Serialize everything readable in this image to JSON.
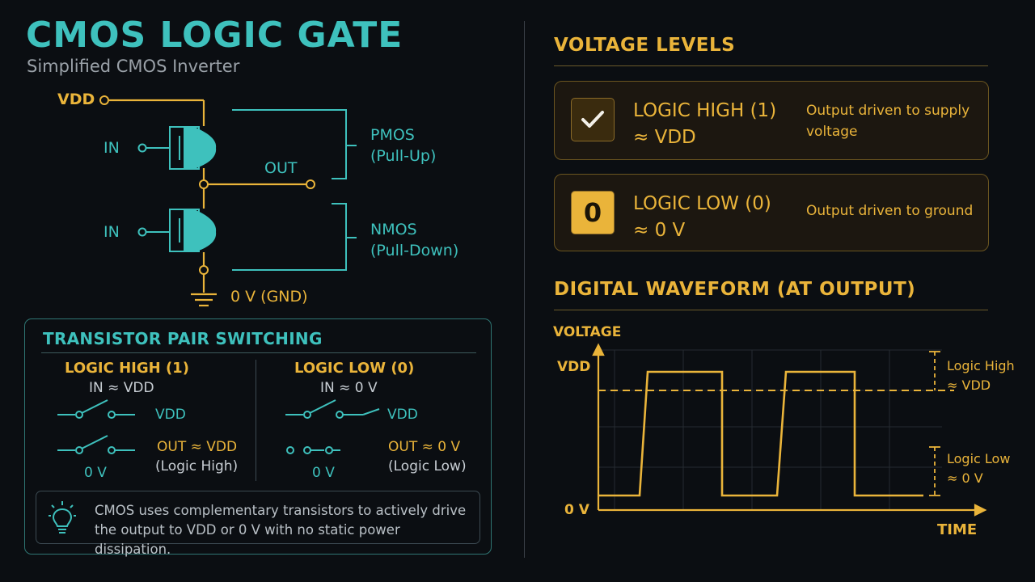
{
  "title": "CMOS LOGIC GATE",
  "subtitle": "Simplified CMOS Inverter",
  "circuit": {
    "vdd": "VDD",
    "in_top": "IN",
    "in_bottom": "IN",
    "out": "OUT",
    "gnd": "0 V (GND)",
    "pmos": "PMOS",
    "pmos_role": "(Pull-Up)",
    "nmos": "NMOS",
    "nmos_role": "(Pull-Down)"
  },
  "pair_switching": {
    "heading": "TRANSISTOR PAIR SWITCHING",
    "high": {
      "title": "LOGIC HIGH (1)",
      "input": "IN ≈ VDD",
      "top_label": "VDD",
      "bottom_label": "0 V",
      "out": "OUT ≈ VDD",
      "out_sub": "(Logic High)"
    },
    "low": {
      "title": "LOGIC LOW (0)",
      "input": "IN ≈ 0 V",
      "top_label": "VDD",
      "bottom_label": "0 V",
      "out": "OUT ≈ 0 V",
      "out_sub": "(Logic Low)"
    },
    "note_line1": "CMOS uses complementary transistors to actively drive",
    "note_line2": "the output to VDD or 0 V with no static power dissipation."
  },
  "voltage_levels": {
    "heading": "VOLTAGE LEVELS",
    "high": {
      "state": "LOGIC HIGH (1)",
      "value": "≈ VDD",
      "desc_line1": "Output driven to supply",
      "desc_line2": "voltage",
      "icon": "check-icon"
    },
    "low": {
      "icon_text": "0",
      "state": "LOGIC LOW (0)",
      "value": "≈ 0 V",
      "desc": "Output driven to ground"
    }
  },
  "waveform": {
    "heading": "DIGITAL WAVEFORM (AT OUTPUT)",
    "y_axis_label": "VOLTAGE",
    "x_axis_label": "TIME",
    "vdd_tick": "VDD",
    "zero_tick": "0 V",
    "high_label_line1": "Logic High",
    "high_label_line2": "≈ VDD",
    "low_label_line1": "Logic Low",
    "low_label_line2": "≈ 0 V",
    "colors": {
      "trace": "#eab43a",
      "grid": "#2a2f35"
    }
  },
  "colors": {
    "teal": "#3ec1bd",
    "gold": "#eab43a",
    "background": "#0b0e12"
  }
}
